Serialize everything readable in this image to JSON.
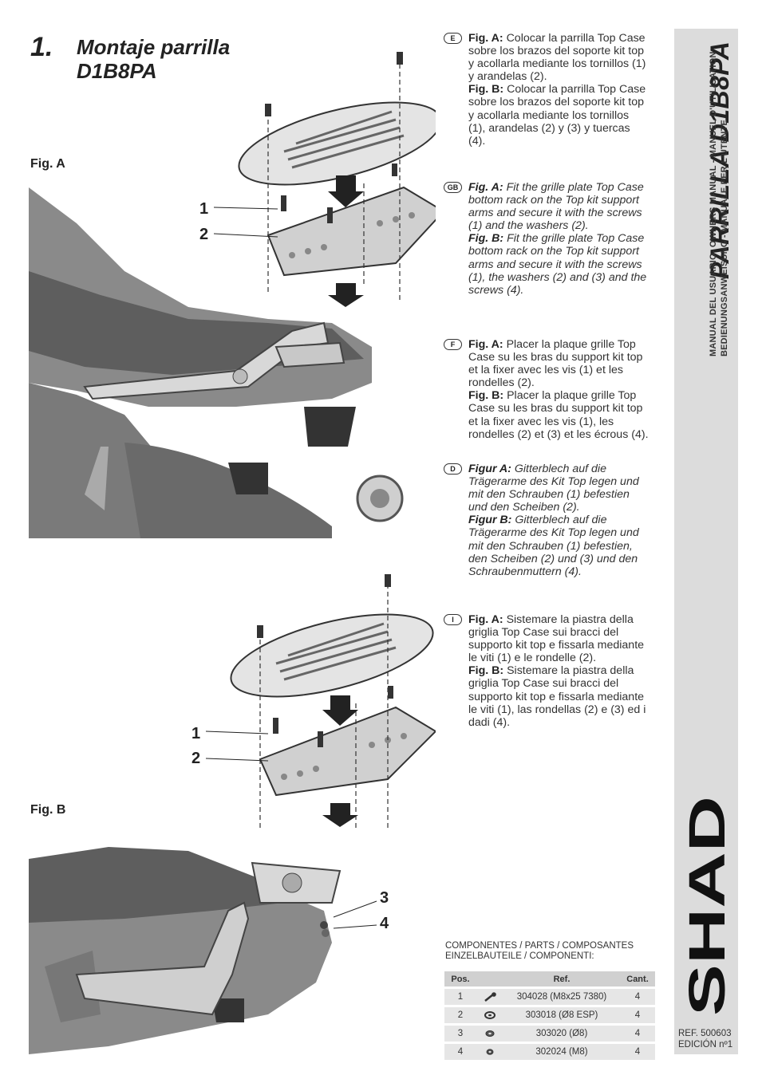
{
  "header": {
    "step_number": "1.",
    "title_line1": "Montaje parrilla",
    "title_line2": "D1B8PA"
  },
  "figures": {
    "fig_a_label": "Fig. A",
    "fig_b_label": "Fig. B",
    "fig_a_callouts": [
      "1",
      "2"
    ],
    "fig_b_callouts": [
      "1",
      "2",
      "3",
      "4"
    ]
  },
  "instructions": [
    {
      "lang_badge": "E",
      "italic": false,
      "fig_a_label": "Fig. A:",
      "fig_a_text": "Colocar la parrilla Top Case sobre los brazos del soporte kit top y acollarla mediante los tornillos (1) y arandelas (2).",
      "fig_b_label": "Fig. B:",
      "fig_b_text": "Colocar la parrilla Top Case sobre los brazos del soporte kit top y acollarla mediante los tornillos (1), arandelas (2) y (3) y tuercas (4)."
    },
    {
      "lang_badge": "GB",
      "italic": true,
      "fig_a_label": "Fig. A:",
      "fig_a_text": "Fit the grille plate Top Case bottom rack on the Top kit support arms and secure it with the screws (1) and the washers (2).",
      "fig_b_label": "Fig. B:",
      "fig_b_text": "Fit the grille plate Top Case bottom rack on the Top kit support arms and secure it with the screws (1), the washers (2) and (3) and the screws (4)."
    },
    {
      "lang_badge": "F",
      "italic": false,
      "fig_a_label": "Fig. A:",
      "fig_a_text": "Placer la plaque grille Top Case su les bras du support kit top et la fixer avec les vis (1) et les rondelles (2).",
      "fig_b_label": "Fig. B:",
      "fig_b_text": "Placer la plaque grille Top Case su les bras du support kit top et la fixer avec les vis (1), les rondelles (2) et (3) et les écrous (4)."
    },
    {
      "lang_badge": "D",
      "italic": true,
      "fig_a_label": "Figur A:",
      "fig_a_text": "Gitterblech auf die Trägerarme des Kit Top legen und mit den Schrauben (1) befestien und den Scheiben (2).",
      "fig_b_label": "Figur B:",
      "fig_b_text": "Gitterblech auf die Trägerarme des Kit Top legen und mit den Schrauben (1) befestien, den Scheiben (2) und (3) und den Schraubenmuttern (4)."
    },
    {
      "lang_badge": "I",
      "italic": false,
      "fig_a_label": "Fig. A:",
      "fig_a_text": "Sistemare la piastra della griglia Top Case sui bracci del supporto kit top e fissarla mediante le viti (1) e le rondelle (2).",
      "fig_b_label": "Fig. B:",
      "fig_b_text": "Sistemare la piastra della griglia Top Case sui bracci del supporto kit top e fissarla mediante le viti (1), las rondellas (2) e (3) ed i dadi (4)."
    }
  ],
  "sidebar": {
    "title": "PARRILLA D1B8PA",
    "subtitle_line1": "MANUAL DEL USUARIO- OWNERS MANUAL - MANUEL D'UTILISATION",
    "subtitle_line2": "BEDIENUNGSANWEISUNG - MANUALE PER L'UTENTE",
    "brand": "SHAD",
    "ref": "REF. 500603",
    "edition": "EDICIÓN nº1"
  },
  "parts": {
    "heading_line1": "COMPONENTES / PARTS / COMPOSANTES",
    "heading_line2": "EINZELBAUTEILE / COMPONENTI:",
    "col_pos": "Pos.",
    "col_ref": "Ref.",
    "col_qty": "Cant.",
    "rows": [
      {
        "pos": "1",
        "icon": "screw-icon",
        "ref": "304028 (M8x25 7380)",
        "qty": "4"
      },
      {
        "pos": "2",
        "icon": "washer-icon",
        "ref": "303018 (Ø8 ESP)",
        "qty": "4"
      },
      {
        "pos": "3",
        "icon": "washer-icon",
        "ref": "303020 (Ø8)",
        "qty": "4"
      },
      {
        "pos": "4",
        "icon": "nut-icon",
        "ref": "302024 (M8)",
        "qty": "4"
      }
    ]
  },
  "colors": {
    "sidebar_bg": "#dcdcdc",
    "table_header_bg": "#d0d0d0",
    "table_row_bg": "#e6e6e6",
    "text": "#222222"
  }
}
